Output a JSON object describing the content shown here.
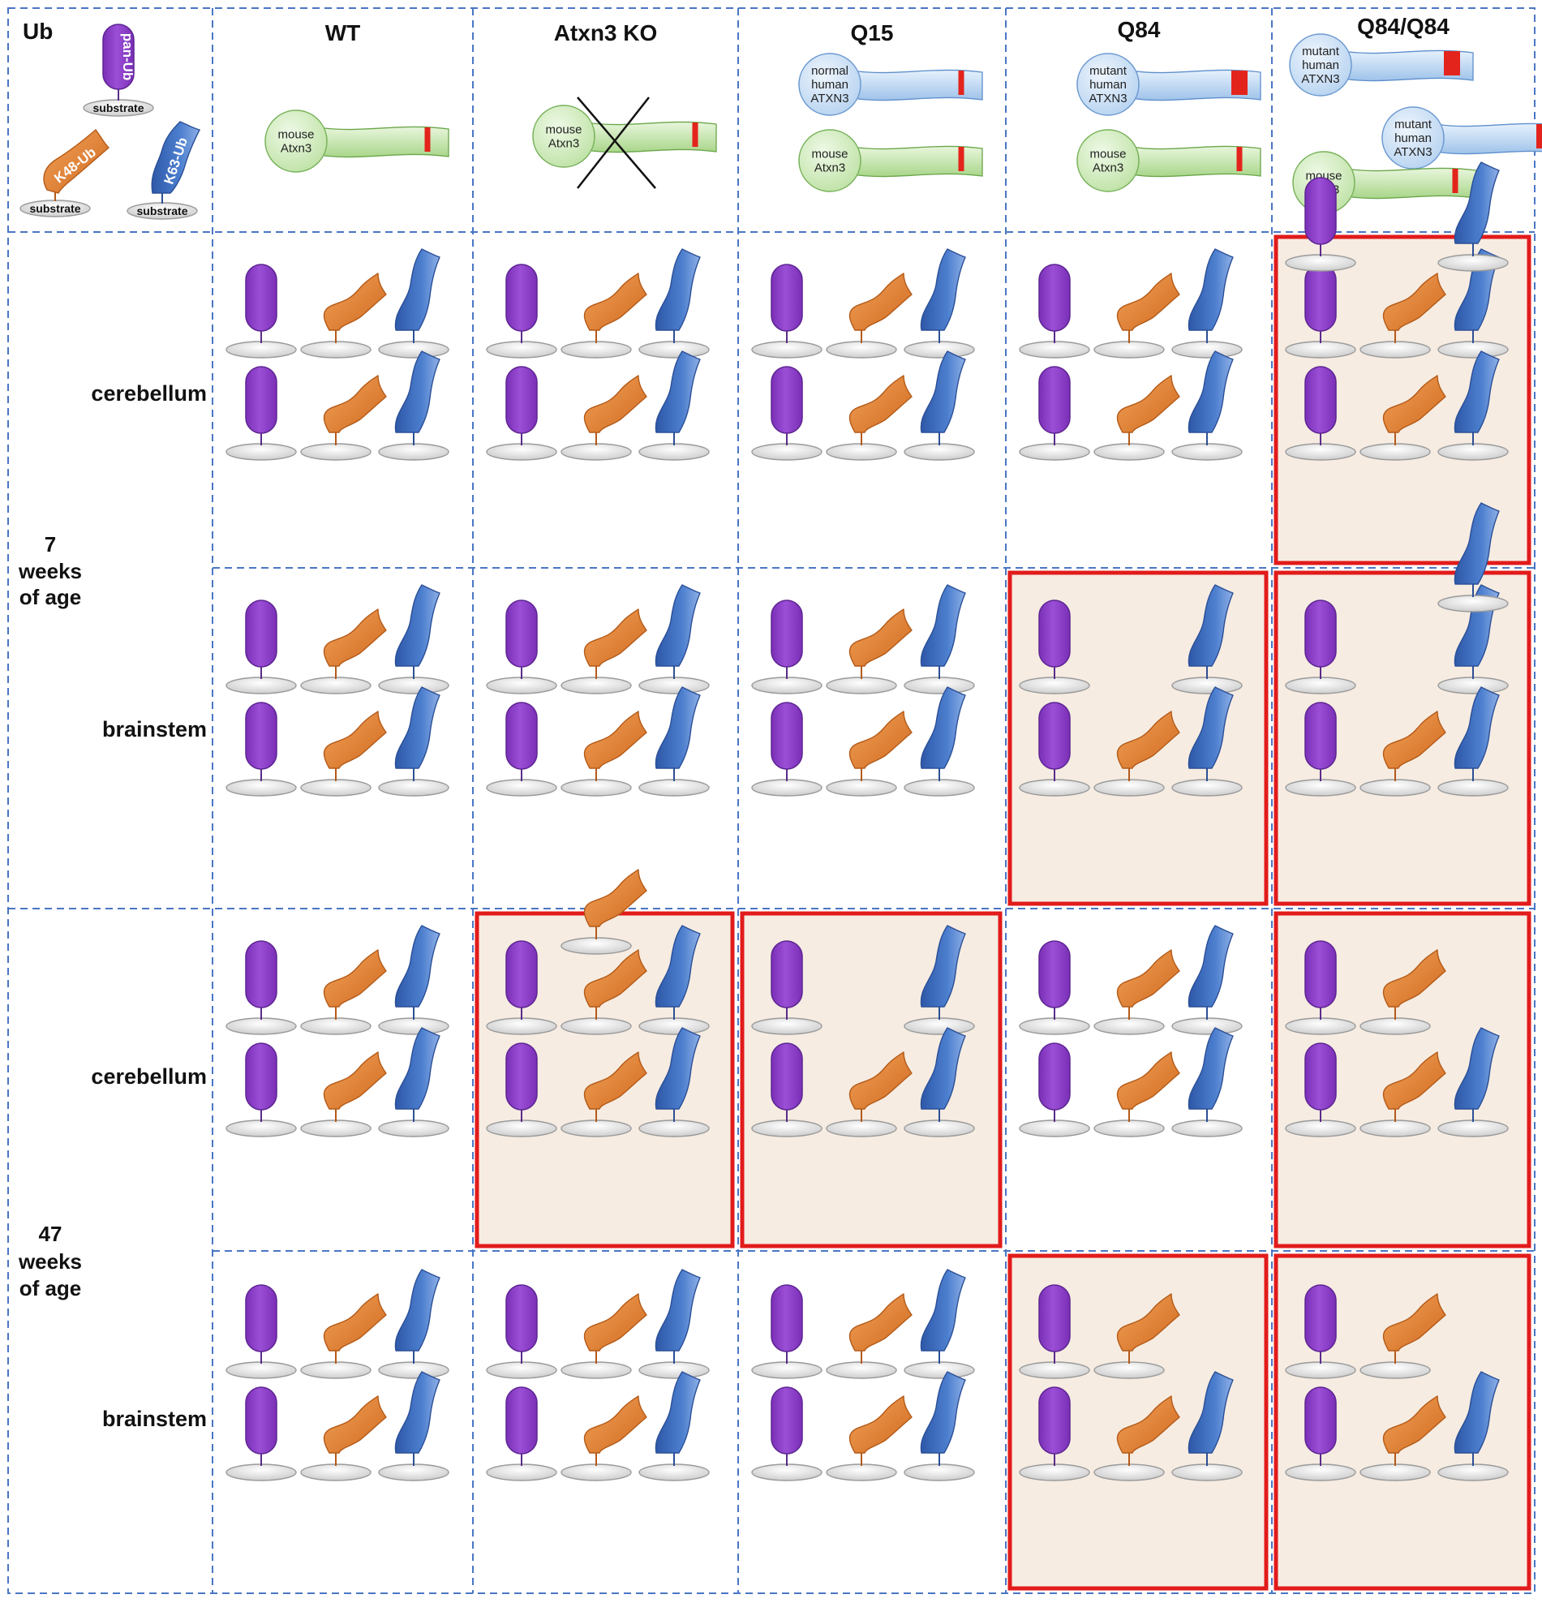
{
  "header": {
    "corner": "Ub",
    "columns": [
      "WT",
      "Atxn3 KO",
      "Q15",
      "Q84",
      "Q84/Q84"
    ]
  },
  "legend": {
    "pan_label": "pan-Ub",
    "k48_label": "K48-Ub",
    "k63_label": "K63-Ub",
    "substrate": "substrate"
  },
  "constructs": {
    "mouse_atxn3": [
      "mouse",
      "Atxn3"
    ],
    "normal_human": [
      "normal",
      "human",
      "ATXN3"
    ],
    "mutant_human": [
      "mutant",
      "human",
      "ATXN3"
    ]
  },
  "ages": [
    {
      "label": [
        "7",
        "weeks",
        "of age"
      ]
    },
    {
      "label": [
        "47",
        "weeks",
        "of age"
      ]
    }
  ],
  "tissues": [
    "cerebellum",
    "brainstem",
    "cerebellum",
    "brainstem"
  ],
  "changes": [
    [
      0,
      0,
      0,
      0,
      1
    ],
    [
      0,
      0,
      0,
      1,
      1
    ],
    [
      0,
      1,
      1,
      0,
      1
    ],
    [
      0,
      0,
      0,
      1,
      1
    ]
  ],
  "changes_note": "Panels that differ from WT are highlighted with a red outline and tinted background",
  "colors": {
    "pan": "#8b3fc6",
    "k48": "#e07a2c",
    "k63": "#3f6fbe",
    "grid": "#4a76c4",
    "highlight": "#e21b1b",
    "highlight_fill": "#f6ece2",
    "mouse_fill": "#d7efc6",
    "human_fill": "#cfe3f6",
    "polyq": "#e3241c"
  }
}
